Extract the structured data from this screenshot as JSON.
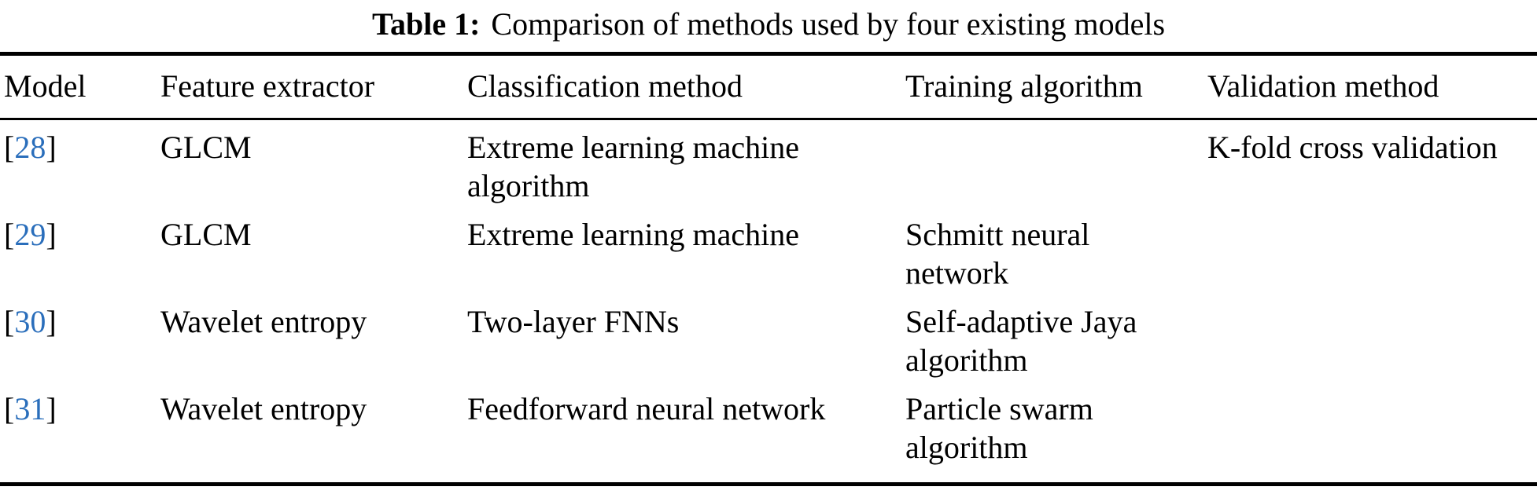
{
  "caption": {
    "label": "Table 1:",
    "text": "Comparison of methods used by four existing models"
  },
  "colors": {
    "citation_link": "#2a6ebb",
    "text": "#000000",
    "rule": "#000000",
    "background": "#ffffff"
  },
  "table": {
    "columns": [
      "Model",
      "Feature extractor",
      "Classification method",
      "Training algorithm",
      "Validation method"
    ],
    "rows": [
      {
        "model_open": "[",
        "model_num": "28",
        "model_close": "]",
        "feature": "GLCM",
        "classification": "Extreme learning machine algorithm",
        "training": "",
        "validation": "K-fold cross validation"
      },
      {
        "model_open": "[",
        "model_num": "29",
        "model_close": "]",
        "feature": "GLCM",
        "classification": "Extreme learning machine",
        "training": "Schmitt neural network",
        "validation": ""
      },
      {
        "model_open": "[",
        "model_num": "30",
        "model_close": "]",
        "feature": "Wavelet entropy",
        "classification": "Two-layer FNNs",
        "training": "Self-adaptive Jaya algorithm",
        "validation": ""
      },
      {
        "model_open": "[",
        "model_num": "31",
        "model_close": "]",
        "feature": "Wavelet entropy",
        "classification": "Feedforward neural network",
        "training": "Particle swarm algorithm",
        "validation": ""
      }
    ]
  }
}
